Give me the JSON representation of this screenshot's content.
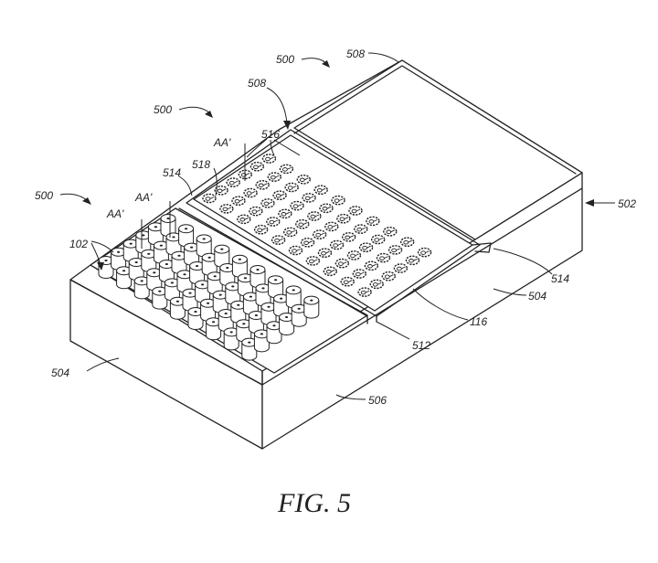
{
  "figure": {
    "caption": "FIG. 5",
    "labels": {
      "ref_500_top": "500",
      "ref_508_top": "508",
      "ref_508": "508",
      "ref_500_mid": "500",
      "ref_516": "516",
      "ref_aa_top": "AA'",
      "ref_518": "518",
      "ref_514_left": "514",
      "ref_500_left": "500",
      "ref_aa_mid": "AA'",
      "ref_aa_left": "AA'",
      "ref_102": "102",
      "ref_502": "502",
      "ref_514_right": "514",
      "ref_504_right": "504",
      "ref_116": "116",
      "ref_512": "512",
      "ref_504_left": "504",
      "ref_506": "506"
    }
  }
}
